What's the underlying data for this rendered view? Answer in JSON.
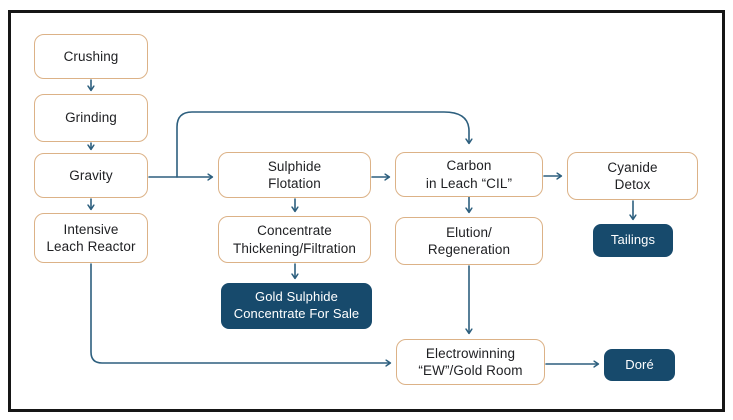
{
  "diagram": {
    "type": "flowchart",
    "subject": "gold-ore-processing-flowsheet",
    "colors": {
      "light_box_border": "#DCB287",
      "light_box_fill": "#FFFFFF",
      "dark_box_fill": "#174A6C",
      "dark_box_text": "#FFFFFF",
      "connector": "#2D5F7E",
      "text": "#202124",
      "frame_border": "#161616"
    },
    "nodes": {
      "crushing": {
        "lines": [
          "Crushing"
        ]
      },
      "grinding": {
        "lines": [
          "Grinding"
        ]
      },
      "gravity": {
        "lines": [
          "Gravity"
        ]
      },
      "intensive_leach_reactor": {
        "lines": [
          "Intensive",
          "Leach Reactor"
        ]
      },
      "sulphide_flotation": {
        "lines": [
          "Sulphide",
          "Flotation"
        ]
      },
      "concentrate_thickening": {
        "lines": [
          "Concentrate",
          "Thickening/Filtration"
        ]
      },
      "gold_sulphide_concentrate": {
        "lines": [
          "Gold Sulphide",
          "Concentrate For Sale"
        ]
      },
      "carbon_in_leach": {
        "lines": [
          "Carbon",
          "in Leach “CIL”"
        ]
      },
      "elution_regeneration": {
        "lines": [
          "Elution/",
          "Regeneration"
        ]
      },
      "cyanide_detox": {
        "lines": [
          "Cyanide",
          "Detox"
        ]
      },
      "tailings": {
        "lines": [
          "Tailings"
        ]
      },
      "electrowinning": {
        "lines": [
          "Electrowinning",
          "“EW”/Gold Room"
        ]
      },
      "dore": {
        "lines": [
          "Doré"
        ]
      }
    },
    "edges": [
      {
        "from": "crushing",
        "to": "grinding"
      },
      {
        "from": "grinding",
        "to": "gravity"
      },
      {
        "from": "gravity",
        "to": "intensive_leach_reactor"
      },
      {
        "from": "gravity",
        "to": "sulphide_flotation"
      },
      {
        "from": "gravity",
        "to": "carbon_in_leach"
      },
      {
        "from": "sulphide_flotation",
        "to": "carbon_in_leach"
      },
      {
        "from": "sulphide_flotation",
        "to": "concentrate_thickening"
      },
      {
        "from": "concentrate_thickening",
        "to": "gold_sulphide_concentrate"
      },
      {
        "from": "carbon_in_leach",
        "to": "cyanide_detox"
      },
      {
        "from": "carbon_in_leach",
        "to": "elution_regeneration"
      },
      {
        "from": "cyanide_detox",
        "to": "tailings"
      },
      {
        "from": "elution_regeneration",
        "to": "electrowinning"
      },
      {
        "from": "intensive_leach_reactor",
        "to": "electrowinning"
      },
      {
        "from": "electrowinning",
        "to": "dore"
      }
    ]
  }
}
